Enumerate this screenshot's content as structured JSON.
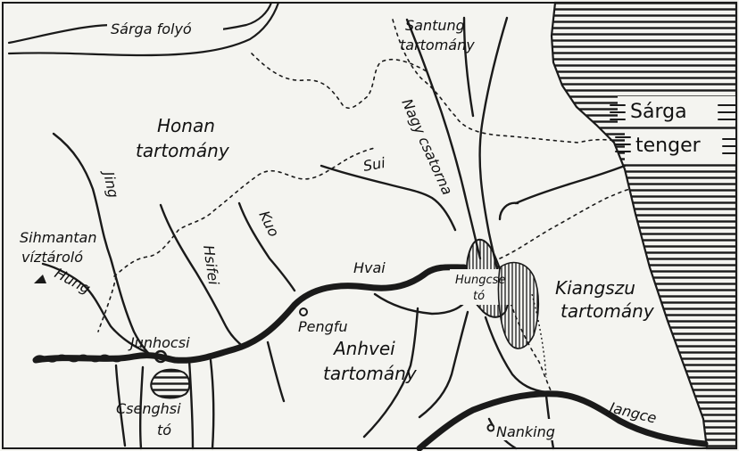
{
  "rivers": {
    "sarga_folyo": "Sárga folyó",
    "jing": "Jing",
    "hung": "Hung",
    "hsifei": "Hsifei",
    "kuo": "Kuo",
    "hvai": "Hvai",
    "sui": "Sui",
    "nagy_csatorna": "Nagy csatorna",
    "jangce": "Jangce"
  },
  "provinces": {
    "honan": [
      "Honan",
      "tartomány"
    ],
    "santung": [
      "Santung",
      "tartomány"
    ],
    "anhvei": [
      "Anhvei",
      "tartomány"
    ],
    "kiangszu": [
      "Kiangszu",
      "tartomány"
    ]
  },
  "sea": [
    "Sárga",
    "tenger"
  ],
  "places": {
    "sihmantan": [
      "Sihmantan",
      "víztároló"
    ],
    "junhocsi": "Junhocsi",
    "pengfu": "Pengfu",
    "nanking": "Nanking"
  },
  "lakes": {
    "hungcse": [
      "Hungcse",
      "tó"
    ],
    "csenghsi": [
      "Csenghsi",
      "tó"
    ]
  },
  "colors": {
    "ink": "#1a1a1a",
    "paper": "#f4f4f0"
  }
}
